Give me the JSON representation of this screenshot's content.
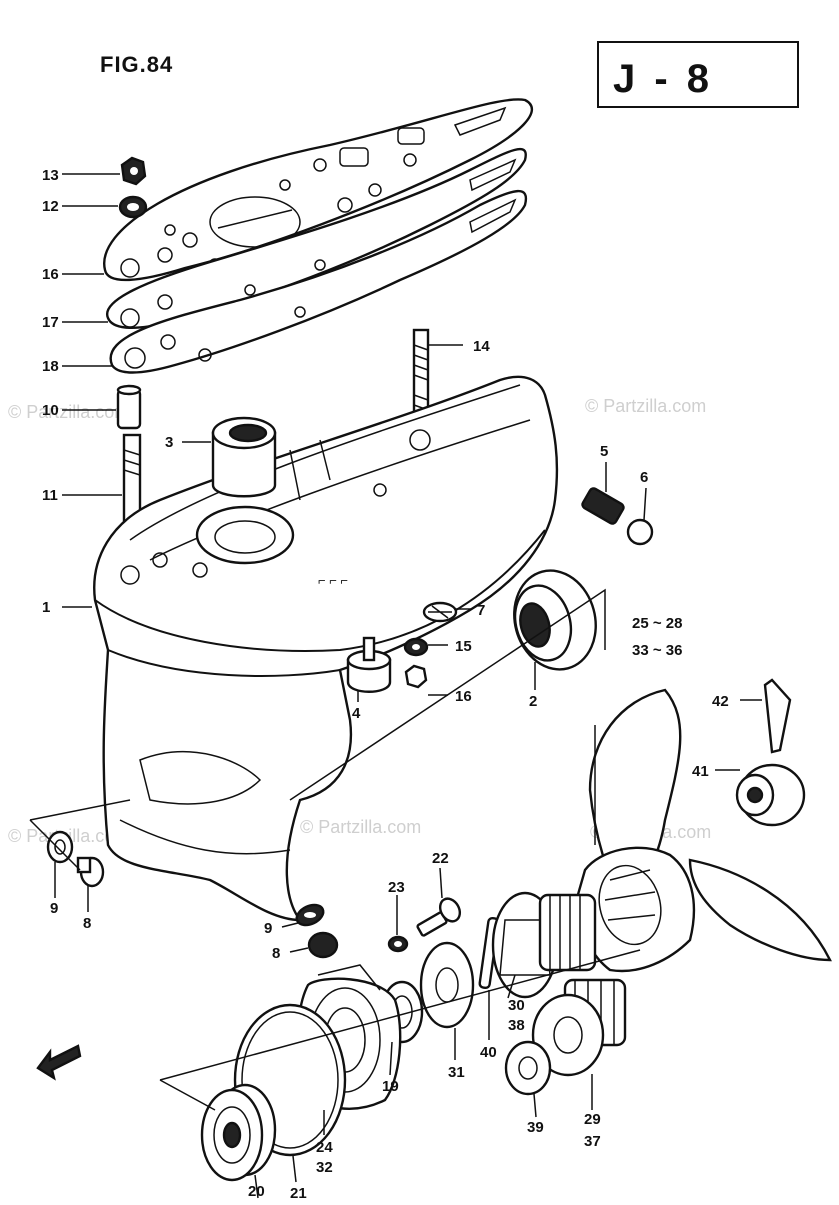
{
  "figure_label": "FIG.84",
  "section_code": "J - 8",
  "watermark": "© Partzilla.com",
  "callouts": [
    {
      "id": "13",
      "text": "13"
    },
    {
      "id": "12",
      "text": "12"
    },
    {
      "id": "16a",
      "text": "16"
    },
    {
      "id": "17",
      "text": "17"
    },
    {
      "id": "18",
      "text": "18"
    },
    {
      "id": "14",
      "text": "14"
    },
    {
      "id": "10",
      "text": "10"
    },
    {
      "id": "3",
      "text": "3"
    },
    {
      "id": "5",
      "text": "5"
    },
    {
      "id": "6",
      "text": "6"
    },
    {
      "id": "11",
      "text": "11"
    },
    {
      "id": "1",
      "text": "1"
    },
    {
      "id": "7",
      "text": "7"
    },
    {
      "id": "15",
      "text": "15"
    },
    {
      "id": "16b",
      "text": "16"
    },
    {
      "id": "4",
      "text": "4"
    },
    {
      "id": "2",
      "text": "2"
    },
    {
      "id": "25-28",
      "text": "25 ~ 28"
    },
    {
      "id": "33-36",
      "text": "33 ~ 36"
    },
    {
      "id": "42",
      "text": "42"
    },
    {
      "id": "41",
      "text": "41"
    },
    {
      "id": "9a",
      "text": "9"
    },
    {
      "id": "8a",
      "text": "8"
    },
    {
      "id": "9b",
      "text": "9"
    },
    {
      "id": "8b",
      "text": "8"
    },
    {
      "id": "22",
      "text": "22"
    },
    {
      "id": "23",
      "text": "23"
    },
    {
      "id": "30",
      "text": "30"
    },
    {
      "id": "38",
      "text": "38"
    },
    {
      "id": "31",
      "text": "31"
    },
    {
      "id": "40",
      "text": "40"
    },
    {
      "id": "19",
      "text": "19"
    },
    {
      "id": "39",
      "text": "39"
    },
    {
      "id": "29",
      "text": "29"
    },
    {
      "id": "37",
      "text": "37"
    },
    {
      "id": "24",
      "text": "24"
    },
    {
      "id": "32",
      "text": "32"
    },
    {
      "id": "21",
      "text": "21"
    },
    {
      "id": "20",
      "text": "20"
    }
  ]
}
